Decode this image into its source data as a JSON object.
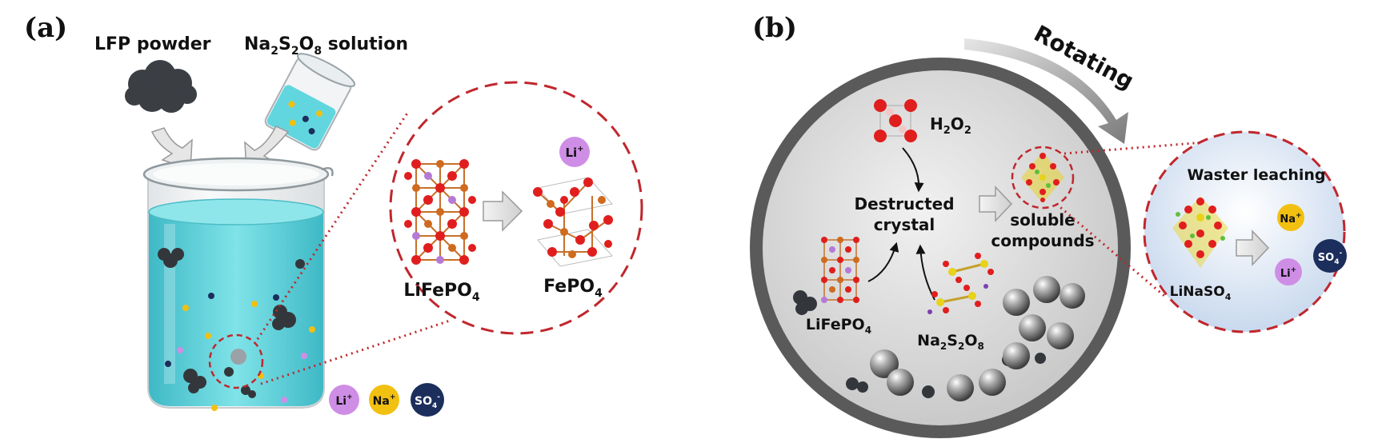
{
  "panel_a": {
    "label": "(a)",
    "powder_label": "LFP powder",
    "solution_label": {
      "main": "Na",
      "s1": "2",
      "mid": "S",
      "s2": "2",
      "end": "O",
      "s3": "8",
      "tail": " solution"
    },
    "zoom": {
      "ion": "Li",
      "ion_charge": "+",
      "left_compound": {
        "main": "LiFePO",
        "sub": "4"
      },
      "right_compound": {
        "main": "FePO",
        "sub": "4"
      }
    },
    "legend": [
      {
        "text": "Li",
        "sup": "+",
        "color": "#cf8ee6",
        "text_color": "#111111"
      },
      {
        "text": "Na",
        "sup": "+",
        "color": "#f2c011",
        "text_color": "#111111"
      },
      {
        "text": "SO",
        "sub": "4",
        "sup": "-",
        "color": "#1b2e5c",
        "text_color": "#ffffff"
      }
    ]
  },
  "panel_b": {
    "label": "(b)",
    "rotating": "Rotating",
    "h2o2": {
      "main": "H",
      "s1": "2",
      "mid": "O",
      "s2": "2"
    },
    "destructed": [
      "Destructed",
      "crystal"
    ],
    "soluble": [
      "soluble",
      "compounds"
    ],
    "lifepo4": {
      "main": "LiFePO",
      "sub": "4"
    },
    "na2s2o8": {
      "main": "Na",
      "s1": "2",
      "mid": "S",
      "s2": "2",
      "end": "O",
      "s3": "8"
    },
    "zoom": {
      "title": "Waster leaching",
      "compound": {
        "main": "LiNaSO",
        "sub": "4"
      },
      "ions": [
        {
          "text": "Na",
          "sup": "+",
          "color": "#f2c011",
          "text_color": "#111111"
        },
        {
          "text": "Li",
          "sup": "+",
          "color": "#cf8ee6",
          "text_color": "#111111"
        },
        {
          "text": "SO",
          "sub": "4",
          "sup": "-",
          "color": "#1b2e5c",
          "text_color": "#ffffff"
        }
      ]
    }
  },
  "colors": {
    "solution": "#5fd4dc",
    "zoom_border": "#c0272d",
    "oxygen": "#e01e1e",
    "iron": "#cf6b1f",
    "lithium": "#b57ad6",
    "sulfur": "#e8d21a",
    "drum": "#5a5a5a"
  }
}
